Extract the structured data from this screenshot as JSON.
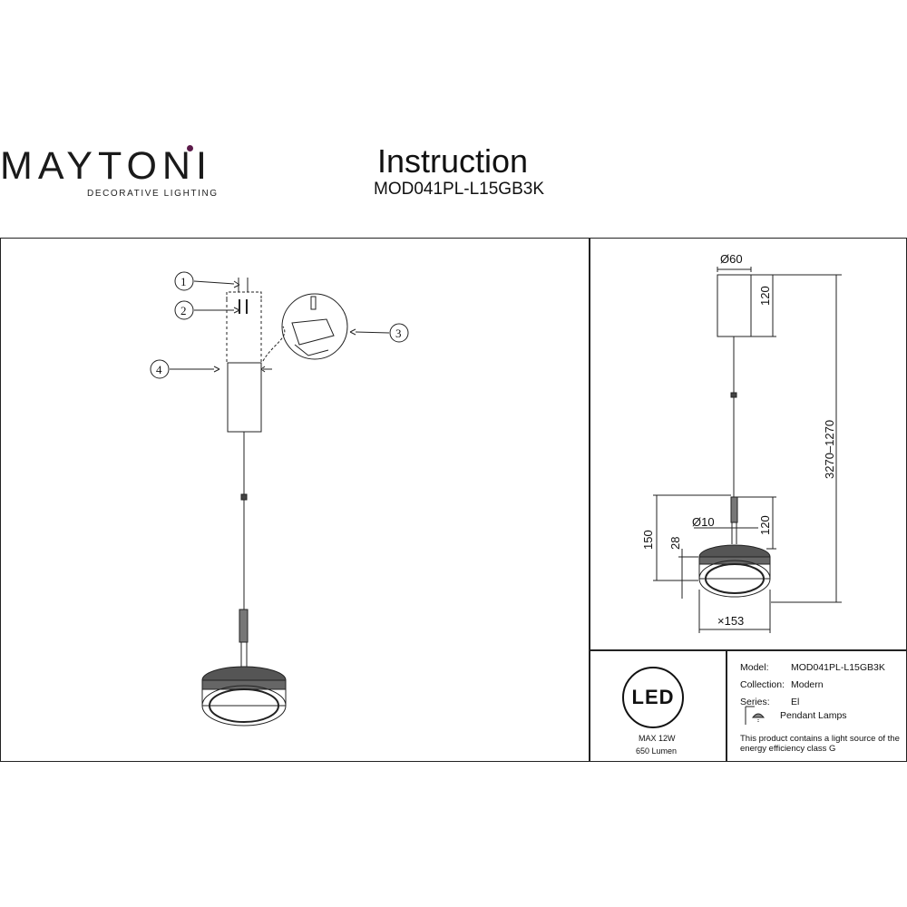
{
  "brand": {
    "name": "MAYTONI",
    "tagline": "DECORATIVE LIGHTING"
  },
  "header": {
    "title": "Instruction",
    "model_code": "MOD041PL-L15GB3K"
  },
  "assembly": {
    "callouts": [
      "1",
      "2",
      "3",
      "4"
    ]
  },
  "dimensions": {
    "canopy_diameter": "Ø60",
    "canopy_height": "120",
    "total_length": "3270–1270",
    "lamp_height": "150",
    "ring_height": "28",
    "rod_diameter": "Ø10",
    "rod_height": "120",
    "lamp_diameter": "×153"
  },
  "specs": {
    "led_badge": "LED",
    "power": "MAX 12W",
    "lumen": "650 Lumen",
    "model_label": "Model:",
    "model_value": "MOD041PL-L15GB3K",
    "collection_label": "Collection:",
    "collection_value": "Modern",
    "series_label": "Series:",
    "series_value": "El",
    "type_value": "Pendant Lamps",
    "energy_note": "This product contains a light source of the energy efficiency class G"
  }
}
